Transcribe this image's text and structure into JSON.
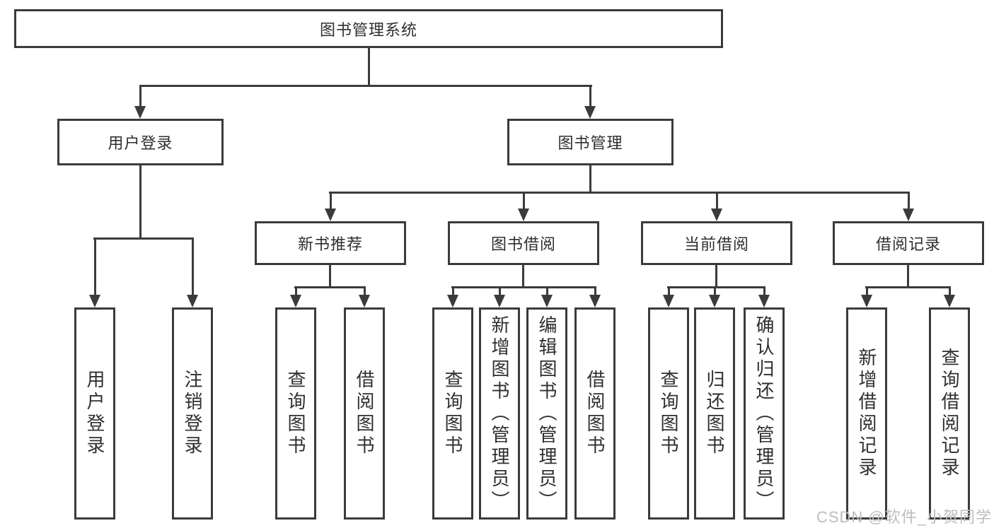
{
  "diagram": {
    "type": "tree",
    "root": {
      "label": "图书管理系统"
    },
    "level2": [
      {
        "label": "用户登录",
        "parent": "图书管理系统"
      },
      {
        "label": "图书管理",
        "parent": "图书管理系统"
      }
    ],
    "level3": [
      {
        "label": "新书推荐",
        "parent": "图书管理"
      },
      {
        "label": "图书借阅",
        "parent": "图书管理"
      },
      {
        "label": "当前借阅",
        "parent": "图书管理"
      },
      {
        "label": "借阅记录",
        "parent": "图书管理"
      }
    ],
    "leaves": [
      {
        "label": "用户登录",
        "parent": "用户登录"
      },
      {
        "label": "注销登录",
        "parent": "用户登录"
      },
      {
        "label": "查询图书",
        "parent": "新书推荐"
      },
      {
        "label": "借阅图书",
        "parent": "新书推荐"
      },
      {
        "label": "查询图书",
        "parent": "图书借阅"
      },
      {
        "label": "新增图书（管理员）",
        "parent": "图书借阅"
      },
      {
        "label": "编辑图书（管理员）",
        "parent": "图书借阅"
      },
      {
        "label": "借阅图书",
        "parent": "图书借阅"
      },
      {
        "label": "查询图书",
        "parent": "当前借阅"
      },
      {
        "label": "归还图书",
        "parent": "当前借阅"
      },
      {
        "label": "确认归还（管理员）",
        "parent": "当前借阅"
      },
      {
        "label": "新增借阅记录",
        "parent": "借阅记录"
      },
      {
        "label": "查询借阅记录",
        "parent": "借阅记录"
      }
    ]
  },
  "watermark": {
    "text": "CSDN @软件_小贺同学"
  },
  "colors": {
    "line": "#3b3b3b",
    "text": "#2f2f2f",
    "box_background": "#ffffff",
    "watermark": "#bdbdbd",
    "page_background": "#ffffff"
  }
}
